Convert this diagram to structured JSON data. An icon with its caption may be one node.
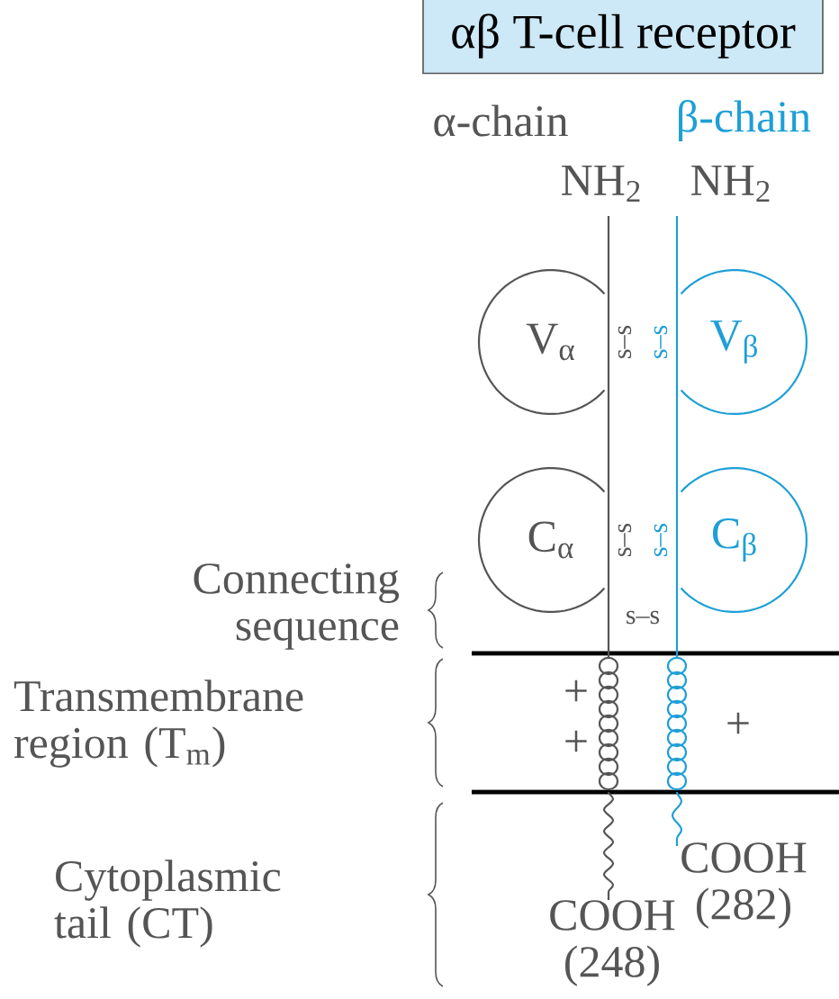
{
  "diagram": {
    "title": "αβ T-cell receptor",
    "nodes": [
      {
        "text": [
          "V$_{α}$"
        ]
      },
      {
        "text": [
          "V$_{β}$"
        ]
      },
      {
        "text": [
          "C$_{α}$"
        ]
      },
      {
        "text": [
          "C$_{β}$"
        ]
      }
    ],
    "labels": [
      "α-chain",
      "β-chain",
      "NH$_{2}$",
      "NH$_{2}$",
      "s–s",
      "s–s",
      "s–s",
      "s–s",
      "Connecting sequence",
      "s–s",
      "Transmembrane region (T$_{m}$)",
      "+",
      "+",
      "+",
      "Cytoplasmic tail (CT)",
      "COOH (282)",
      "COOH (248)"
    ]
  }
}
